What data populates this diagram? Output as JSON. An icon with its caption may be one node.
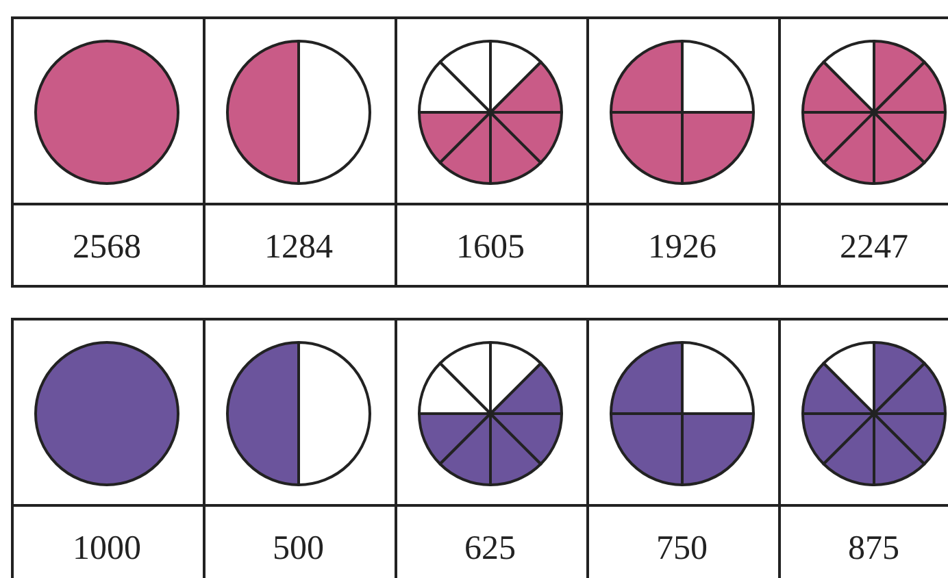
{
  "diagram": {
    "labels": [
      "2568",
      "1284",
      "1605",
      "1926",
      "2247",
      "1000",
      "500",
      "625",
      "750",
      "875"
    ]
  }
}
